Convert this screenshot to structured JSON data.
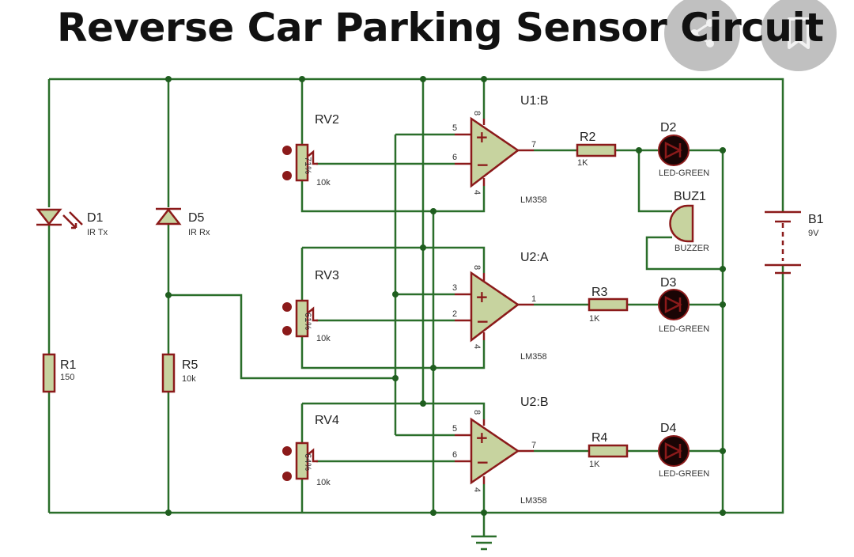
{
  "title": "Reverse Car Parking Sensor Circuit",
  "colors": {
    "wire": "#2a6e2a",
    "component": "#8b1a1a",
    "component_fill": "#c7d39f",
    "overlay_button": "#969696"
  },
  "overlay": {
    "share_icon": "share-icon",
    "bookmark_icon": "bookmark-icon"
  },
  "components": {
    "d1": {
      "ref": "D1",
      "value": "IR Tx"
    },
    "d5": {
      "ref": "D5",
      "value": "IR Rx"
    },
    "r1": {
      "ref": "R1",
      "value": "150"
    },
    "r5": {
      "ref": "R5",
      "value": "10k"
    },
    "rv2": {
      "ref": "RV2",
      "value": "10k",
      "setting": "71%"
    },
    "rv3": {
      "ref": "RV3",
      "value": "10k",
      "setting": "61%"
    },
    "rv4": {
      "ref": "RV4",
      "value": "10k",
      "setting": "64%"
    },
    "u1b": {
      "ref": "U1:B",
      "part": "LM358",
      "pin_plus": "5",
      "pin_minus": "6",
      "pin_out": "7",
      "pin_vcc": "8",
      "pin_gnd": "4"
    },
    "u2a": {
      "ref": "U2:A",
      "part": "LM358",
      "pin_plus": "3",
      "pin_minus": "2",
      "pin_out": "1",
      "pin_vcc": "8",
      "pin_gnd": "4"
    },
    "u2b": {
      "ref": "U2:B",
      "part": "LM358",
      "pin_plus": "5",
      "pin_minus": "6",
      "pin_out": "7",
      "pin_vcc": "8",
      "pin_gnd": "4"
    },
    "r2": {
      "ref": "R2",
      "value": "1K"
    },
    "r3": {
      "ref": "R3",
      "value": "1K"
    },
    "r4": {
      "ref": "R4",
      "value": "1K"
    },
    "d2": {
      "ref": "D2",
      "value": "LED-GREEN"
    },
    "d3": {
      "ref": "D3",
      "value": "LED-GREEN"
    },
    "d4": {
      "ref": "D4",
      "value": "LED-GREEN"
    },
    "buz1": {
      "ref": "BUZ1",
      "value": "BUZZER"
    },
    "b1": {
      "ref": "B1",
      "value": "9V"
    }
  }
}
